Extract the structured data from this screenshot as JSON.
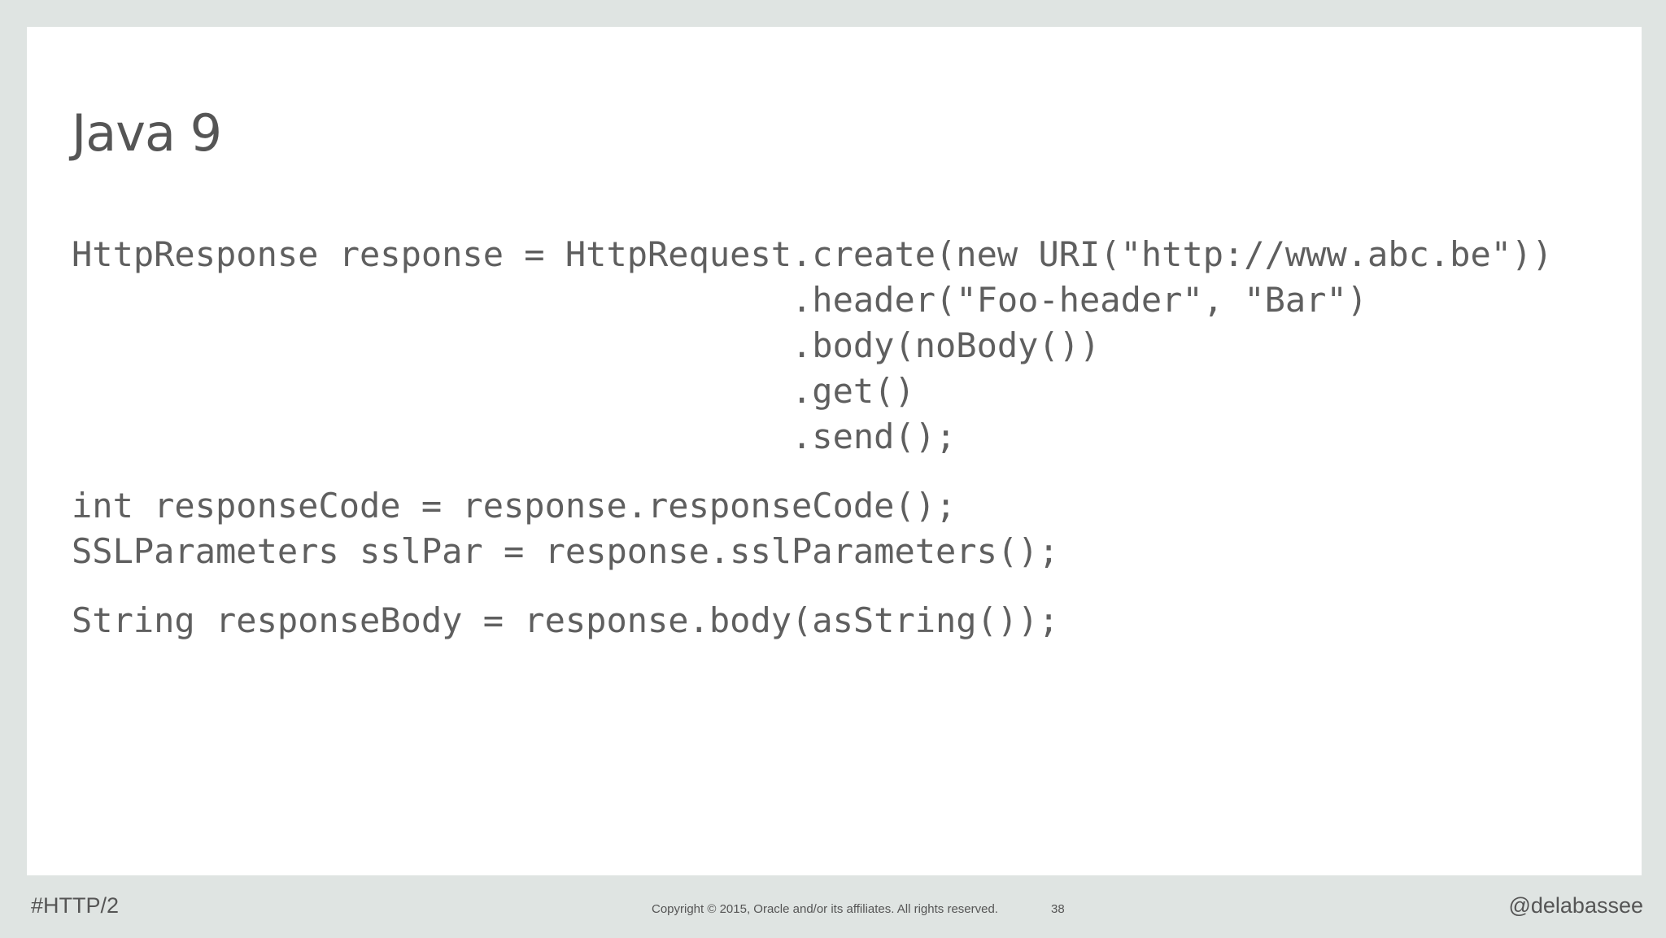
{
  "slide": {
    "title": "Java 9",
    "code_groups": [
      [
        "HttpResponse response = HttpRequest.create(new URI(\"http://www.abc.be\"))",
        "                                   .header(\"Foo-header\", \"Bar\")",
        "                                   .body(noBody())",
        "                                   .get()",
        "                                   .send();"
      ],
      [
        "int responseCode = response.responseCode();",
        "SSLParameters sslPar = response.sslParameters();"
      ],
      [
        "String responseBody = response.body(asString());"
      ]
    ]
  },
  "footer": {
    "hashtag": "#HTTP/2",
    "copyright": "Copyright © 2015, Oracle and/or its affiliates. All rights reserved.",
    "page_number": "38",
    "handle": "@delabassee"
  }
}
